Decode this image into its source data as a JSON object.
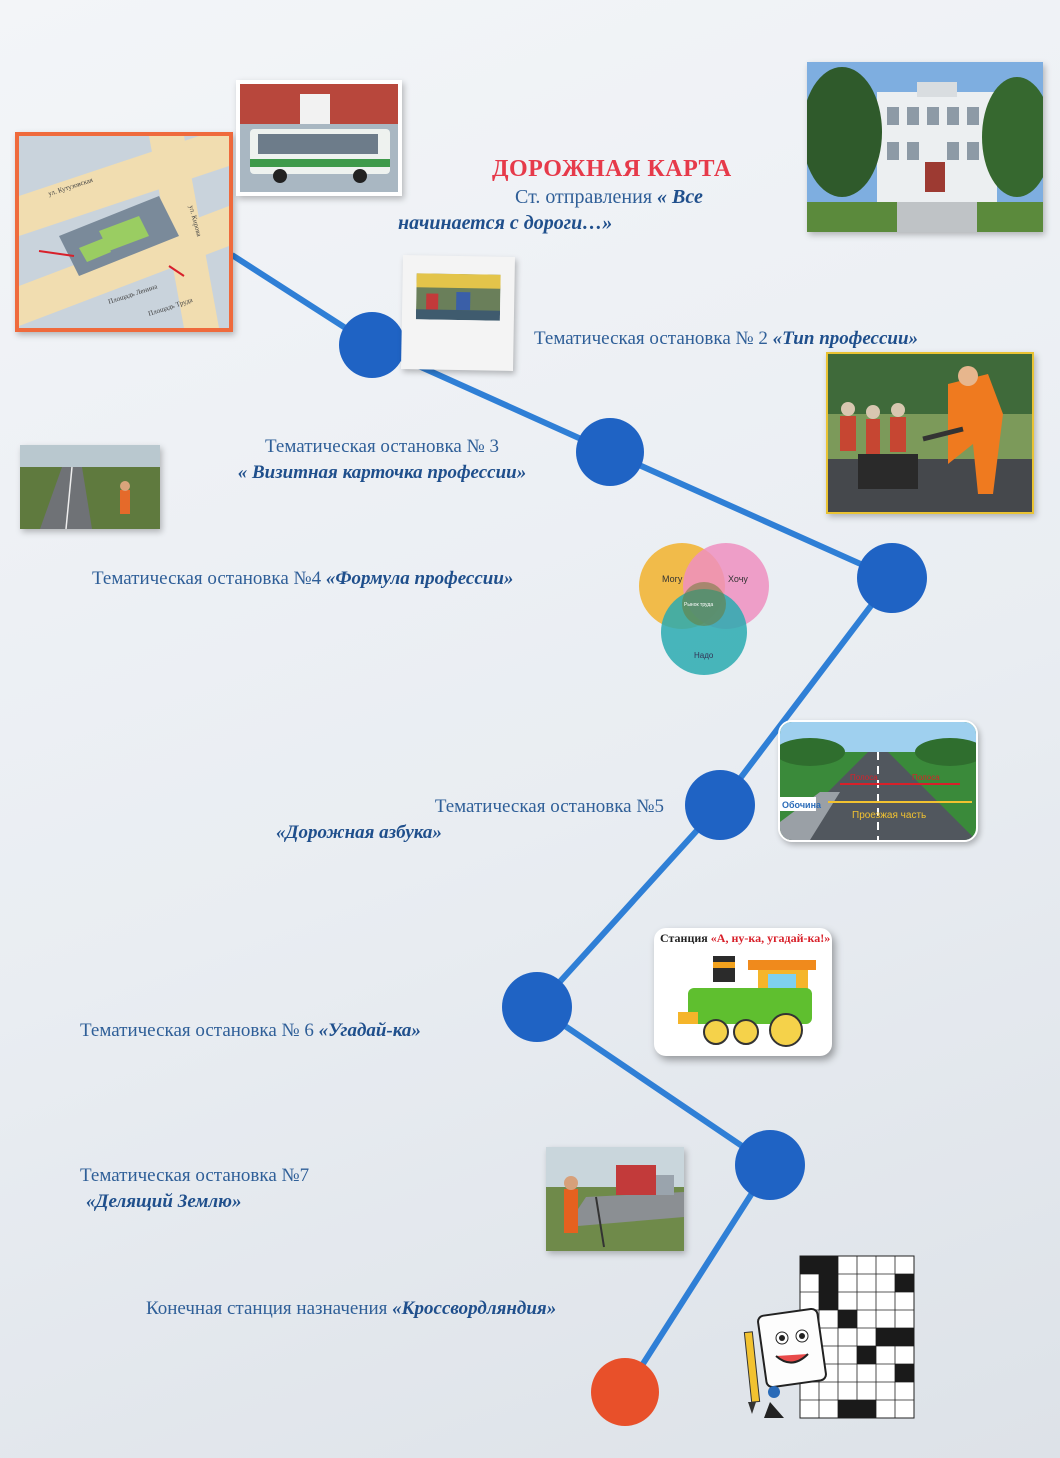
{
  "header": {
    "title": "ДОРОЖНАЯ КАРТА",
    "departure_prefix": "Ст. отправления ",
    "departure_name_1": "« Все",
    "departure_name_2": "начинается с дороги…»"
  },
  "stops": [
    {
      "label": "Тематическая остановка № 2 ",
      "name": "«Тип профессии»"
    },
    {
      "label": "Тематическая остановка № 3",
      "name": "« Визитная карточка профессии»"
    },
    {
      "label": "Тематическая остановка №4 ",
      "name": "«Формула профессии»"
    },
    {
      "label": "Тематическая остановка №5",
      "name": "«Дорожная азбука»"
    },
    {
      "label": "Тематическая остановка № 6 ",
      "name": "«Угадай-ка»"
    },
    {
      "label": "Тематическая остановка №7",
      "name": "«Делящий Землю»"
    },
    {
      "label": "Конечная станция назначения ",
      "name": "«Кроссвордляндия»"
    }
  ],
  "venn": {
    "left": "Могу",
    "right": "Хочу",
    "bottom": "Надо",
    "center": "Рынок труда"
  },
  "road_sign": {
    "left": "Обочина",
    "center": "Проезжая часть",
    "lane_left": "Полоса",
    "lane_right": "Полоса"
  },
  "train_caption": {
    "prefix": "Станция ",
    "name": "«А, ну-ка, угадай-ка!»"
  },
  "map_labels": {
    "street_1": "ул. Кутузовская",
    "street_2": "ул. Кирова",
    "street_3": "Площадь Ленина",
    "street_4": "Площадь Труда"
  },
  "colors": {
    "route": "#2f7fd6",
    "stop": "#1f63c4",
    "final_stop": "#e8502a",
    "title": "#e63a4a",
    "text": "#2f5f98"
  }
}
